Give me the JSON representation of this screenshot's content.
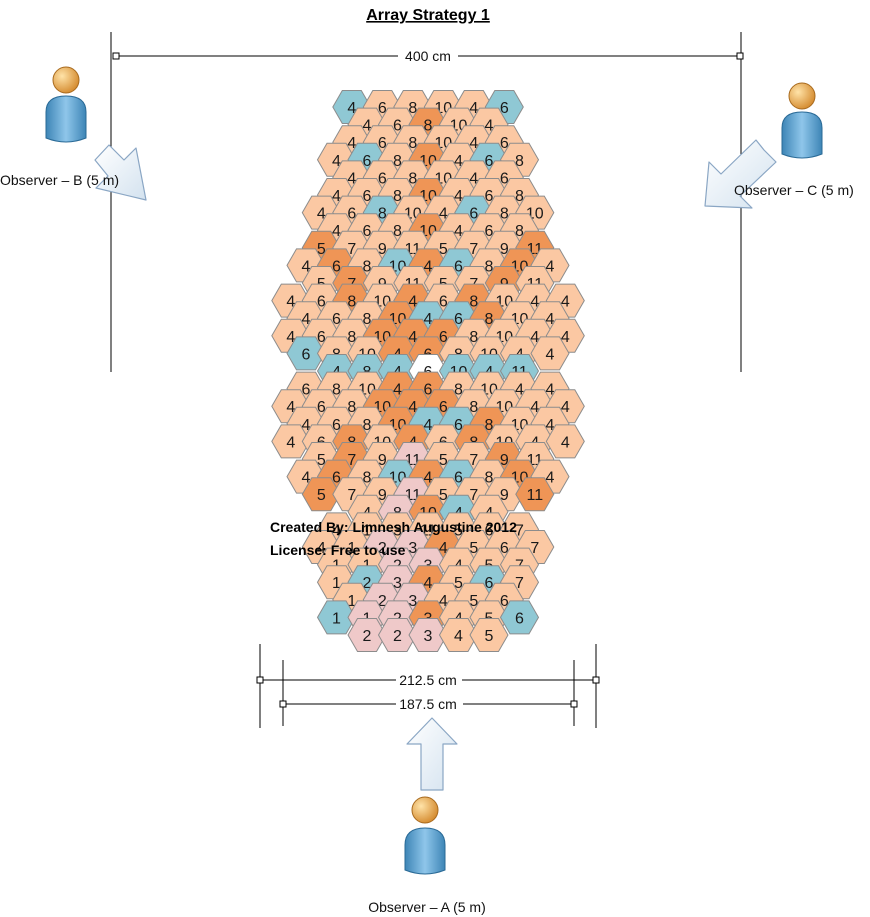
{
  "title": "Array Strategy 1",
  "credit": {
    "created_by": "Created By: Limnesh Augustine 2012",
    "license": "License: Free to use"
  },
  "dimensions": {
    "top": "400 cm",
    "bottom_outer": "212.5 cm",
    "bottom_inner": "187.5 cm"
  },
  "observers": {
    "a": "Observer – A (5 m)",
    "b": "Observer – B (5 m)",
    "c": "Observer – C (5 m)"
  },
  "colors": {
    "peach": "#fbc8a3",
    "orange": "#ef9556",
    "blue": "#8fc8d4",
    "pink": "#efc9c9",
    "white": "#ffffff",
    "stroke": "#8c8c8c"
  },
  "grid": {
    "rows": [
      "4b 6 8 10 4 6b",
      "4 6 8o 10 4",
      "4 6 8 10 4 6",
      "4 6b 8 10o 4 6b 8",
      "4 6 8 10 4 6",
      "4 6 8 10o 4 6 8",
      "4 6 8b 10 4 6b 8 10",
      "4 6 8 10o 4 6 8",
      "5o 7 9 11 5 7 9 11o",
      "4 6o 8 10b 4o 6b 8 10o 4",
      "5 7o 9 11 5 7 9o 11",
      "4 6 8o 10 4o 6 8o 10 4 4",
      "4 6 8 10o 4b 6b 8o 10 4",
      "4 6 8 10o 4o 6o 8 10 4 4",
      "6b 8 10 4o 6o 8 10 4 4",
      "4b 8b 4b 6w 10b 4b 11b",
      "6 8 10 4o 6o 8 10 4 4",
      "4 6 8 10o 4o 6o 8 10 4 4",
      "4 6 8 10o 4b 6b 8o 10 4",
      "4 6 8o 10 4o 6 8o 10 4 4",
      "5 7o 9 11p 5 7 9o 11",
      "4 6o 8 10b 4o 6b 8 10o 4",
      "5o 7 9 11p 5 7 9 11o",
      "4 8p 10o 4b 4",
      "4 1 3 11 5 6 7",
      "4 1 2p 3p 4o 5 6 7",
      "1 1 2p 3p 4 5 7",
      "1 2b 3p 4o 5 6b 7",
      "1 2p 3p 4 5 6",
      "1b 1p 2p 3o 4 5 6b",
      "2p 2p 3p 4 5"
    ]
  }
}
